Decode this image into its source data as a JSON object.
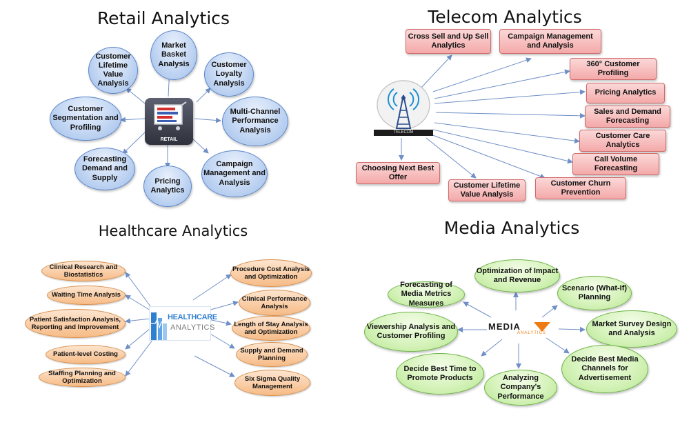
{
  "retail": {
    "title": "Retail Analytics",
    "logo_label": "RETAIL",
    "nodes": [
      "Market Basket Analysis",
      "Customer Loyalty Analysis",
      "Multi-Channel Performance Analysis",
      "Campaign Management and Analysis",
      "Pricing Analytics",
      "Forecasting Demand and Supply",
      "Customer Segmentation and Profiling",
      "Customer Lifetime Value Analysis"
    ]
  },
  "telecom": {
    "title": "Telecom Analytics",
    "logo_label": "TELECOM",
    "nodes": [
      "Cross Sell and Up Sell Analytics",
      "Campaign Management and Analysis",
      "360° Customer Profiling",
      "Pricing Analytics",
      "Sales and Demand Forecasting",
      "Customer Care Analytics",
      "Call Volume Forecasting",
      "Customer Churn Prevention",
      "Customer Lifetime Value Analysis",
      "Choosing Next Best Offer"
    ]
  },
  "healthcare": {
    "title": "Healthcare Analytics",
    "logo_line1": "HEALTHCARE",
    "logo_line2": "ANALYTICS",
    "left_nodes": [
      "Clinical Research and Biostatistics",
      "Waiting Time Analysis",
      "Patient Satisfaction Analysis, Reporting and Improvement",
      "Patient-level Costing",
      "Staffing Planning and Optimization"
    ],
    "right_nodes": [
      "Procedure Cost Analysis and Optimization",
      "Clinical Performance Analysis",
      "Length of Stay Analysis and Optimization",
      "Supply and Demand Planning",
      "Six Sigma Quality Management"
    ]
  },
  "media": {
    "title": "Media Analytics",
    "logo_word": "MEDIA",
    "logo_sub": "ANALYTICS",
    "nodes": [
      "Optimization of Impact and Revenue",
      "Scenario (What-If) Planning",
      "Market Survey Design and Analysis",
      "Decide Best Media Channels for Advertisement",
      "Analyzing Company's Performance",
      "Decide Best Time to Promote Products",
      "Viewership Analysis and Customer Profiling",
      "Forecasting of Media Metrics Measures"
    ]
  },
  "colors": {
    "retail_node": "#c2d6f3",
    "telecom_node": "#f4a9a9",
    "healthcare_node": "#f6bb86",
    "media_node": "#d6f3bb",
    "arrow": "#6f8fc6"
  }
}
